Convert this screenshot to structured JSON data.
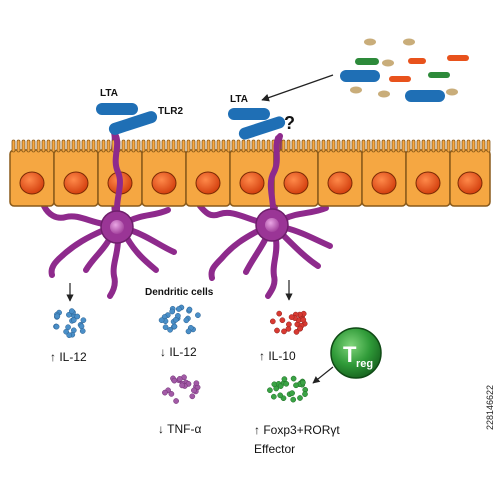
{
  "labels": {
    "lta_left": "LTA",
    "tlr2": "TLR2",
    "lta_right": "LTA",
    "question": "?",
    "dendritic_cells": "Dendritic cells",
    "il12_up": "↑ IL-12",
    "il12_down": "↓ IL-12",
    "tnf_down": "↓ TNF-α",
    "il10_up": "↑ IL-10",
    "foxp3_line1": "↑ Foxp3+RORγt",
    "foxp3_line2": "Effector",
    "treg_T": "T",
    "treg_sub": "reg"
  },
  "watermark": {
    "stock_id": "228146622"
  },
  "icons": {
    "bacteria": "bacteria-cluster-icon",
    "receptor": "tlr2-receptor-icon",
    "epithelium": "intestinal-epithelium-icon",
    "dendritic_cell": "dendritic-cell-icon",
    "cytokines": "cytokine-dots-icon",
    "treg": "treg-cell-icon"
  },
  "colors": {
    "epithelial_cell": "#f5a742",
    "epithelial_border": "#8a5a1a",
    "nucleus": "#e8521c",
    "receptor_blue": "#1f6fb5",
    "dendritic_purple": "#8e2a8c",
    "dendritic_nucleus": "#c060b8",
    "il12_blue": "#4a8fc8",
    "tnf_purple": "#a25aa6",
    "il10_red": "#d83a32",
    "effector_green": "#3aa345",
    "treg_green": "#1f8a2e",
    "bacteria_tan": "#c9ad7a",
    "bacteria_orange": "#e8521c",
    "bacteria_green": "#2d8a3a"
  }
}
